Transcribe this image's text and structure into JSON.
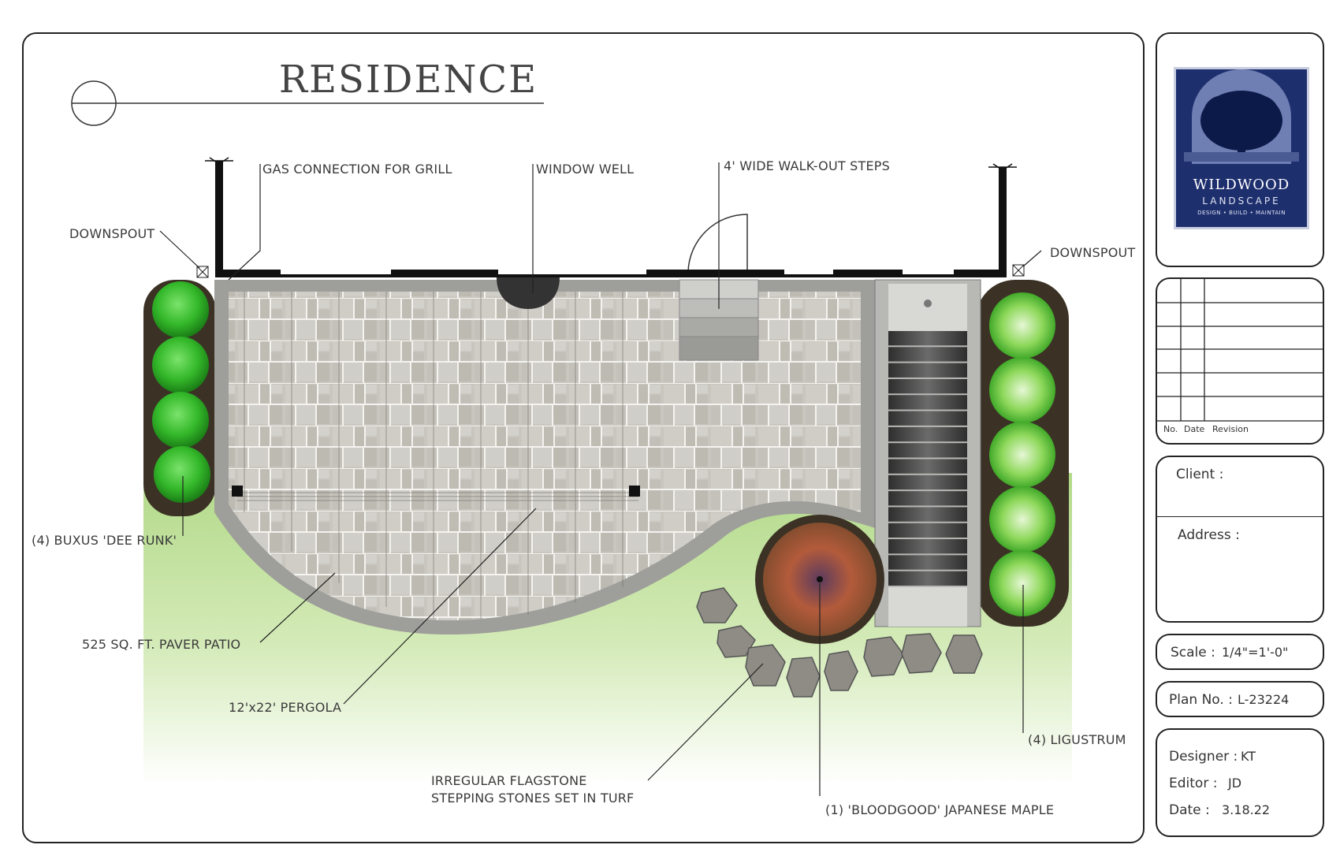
{
  "drawing": {
    "title": "RESIDENCE",
    "labels": {
      "downspout_left": "DOWNSPOUT",
      "downspout_right": "DOWNSPOUT",
      "gas": "GAS CONNECTION FOR GRILL",
      "window_well": "WINDOW WELL",
      "steps": "4' WIDE WALK-OUT STEPS",
      "buxus": "(4) BUXUS 'DEE RUNK'",
      "patio": "525 SQ. FT. PAVER PATIO",
      "pergola": "12'x22' PERGOLA",
      "flagstone_1": "IRREGULAR FLAGSTONE",
      "flagstone_2": "STEPPING STONES SET IN TURF",
      "maple": "(1) 'BLOODGOOD' JAPANESE MAPLE",
      "ligustrum": "(4) LIGUSTRUM"
    },
    "colors": {
      "paver": "#c9c6bf",
      "paver_joint": "#f4f3ef",
      "border": "#9e9e9a",
      "turf": "#b7d98a",
      "shrub": "#35c02a",
      "mulch": "#3b3225",
      "maple": "#a8553b"
    }
  },
  "logo": {
    "line1": "WILDWOOD",
    "line2": "LANDSCAPE",
    "line3": "DESIGN • BUILD • MAINTAIN",
    "bg_color": "#1e2f6e"
  },
  "revision": {
    "header_no": "No.",
    "header_date": "Date",
    "header_revision": "Revision"
  },
  "client": {
    "client_label": "Client :",
    "address_label": "Address :"
  },
  "scale": {
    "label": "Scale :",
    "value": "1/4\"=1'-0\""
  },
  "plan_no": {
    "label": "Plan No. :",
    "value": "L-23224"
  },
  "credits": {
    "designer_label": "Designer :",
    "designer_value": "KT",
    "editor_label": "Editor :",
    "editor_value": "JD",
    "date_label": "Date :",
    "date_value": "3.18.22"
  }
}
